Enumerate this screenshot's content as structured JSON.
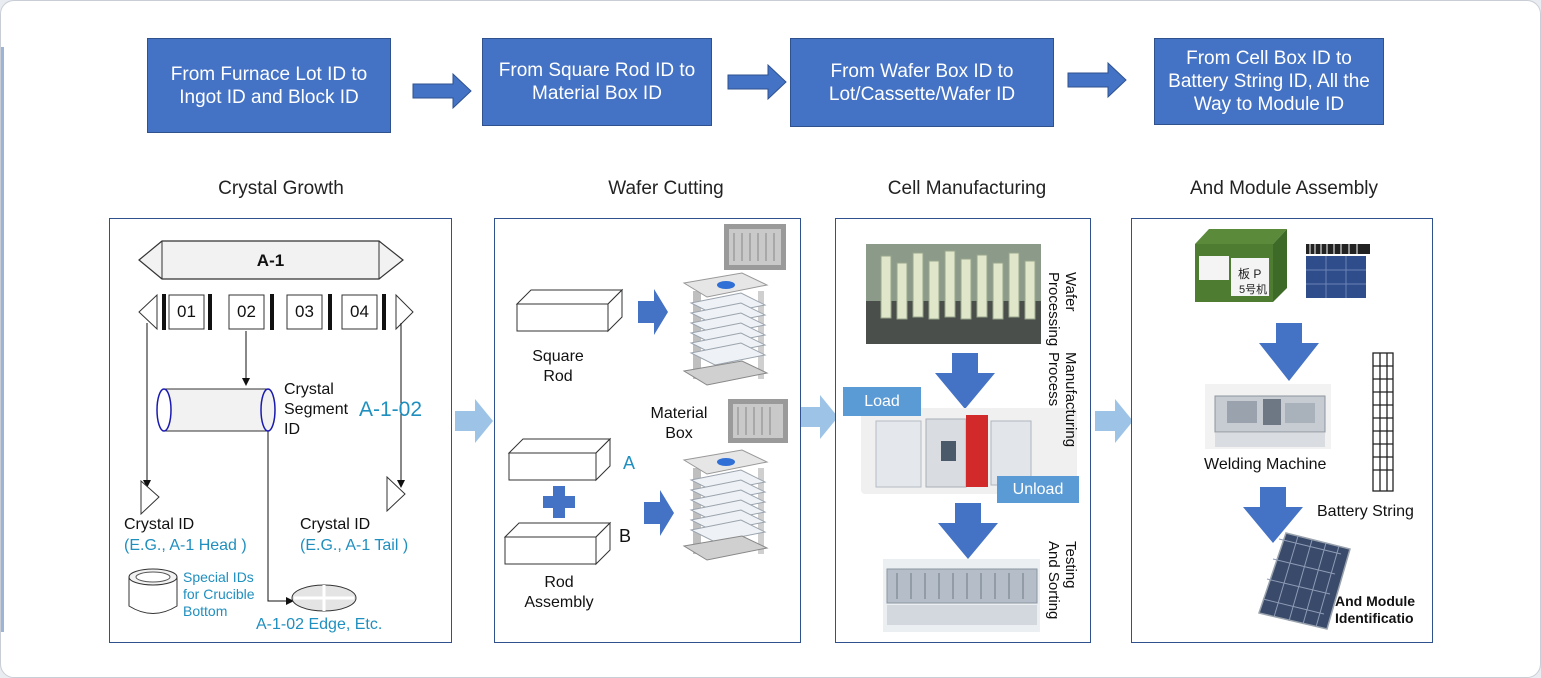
{
  "flow_steps": [
    "From Furnace Lot ID to\nIngot ID and Block ID",
    "From Square Rod ID to\nMaterial Box ID",
    "From Wafer Box ID to\nLot/Cassette/Wafer ID",
    "From Cell Box ID to\nBattery String ID, All the\nWay to Module ID"
  ],
  "stage_titles": [
    "Crystal Growth",
    "Wafer Cutting",
    "Cell Manufacturing",
    "And Module Assembly"
  ],
  "crystal": {
    "ingot_label": "A-1",
    "blocks": [
      "01",
      "02",
      "03",
      "04"
    ],
    "segment_label": "Crystal\nSegment\nID",
    "segment_id": "A-1-02",
    "head_label": "Crystal ID",
    "head_example": "(E.G., A-1 Head )",
    "tail_label": "Crystal ID",
    "tail_example": "(E.G., A-1 Tail )",
    "crucible_note": "Special IDs\nfor Crucible\nBottom",
    "edge_note": "A-1-02 Edge, Etc."
  },
  "wafer": {
    "square_rod": "Square\nRod",
    "material_box": "Material\nBox",
    "mark_a": "A",
    "mark_b": "B",
    "rod_assembly": "Rod\nAssembly"
  },
  "cell": {
    "wafer_processing": "Wafer\nProcessing",
    "manufacturing_process": "Manufacturing\nProcess",
    "testing_sorting": "Testing\nAnd Sorting",
    "load": "Load",
    "unload": "Unload"
  },
  "module": {
    "box_label": "板 P",
    "box_label2": "5号机",
    "welding_machine": "Welding Machine",
    "battery_string": "Battery String",
    "module_ident": "And Module\nIdentificatio"
  },
  "colors": {
    "flow_box": "#4472c4",
    "accent_blue": "#1f8fbf",
    "light_arrow": "#9dc3e6"
  }
}
